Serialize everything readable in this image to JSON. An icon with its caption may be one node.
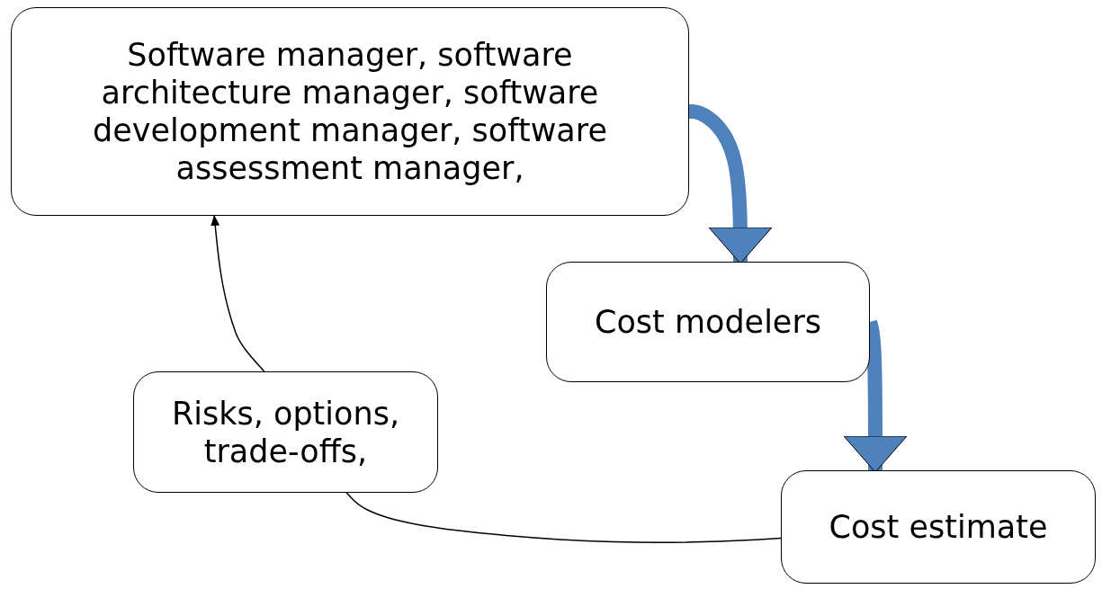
{
  "diagram": {
    "nodes": [
      {
        "text": [
          "Software manager, software architecture manager, software development manager, software assessment manager,"
        ]
      },
      {
        "text": [
          "Cost modelers"
        ]
      },
      {
        "text": [
          "Cost estimate"
        ]
      },
      {
        "text": [
          "Risks, options, trade-offs,"
        ]
      }
    ],
    "edges": [
      {
        "from": 0,
        "to": 1,
        "arrow": "to",
        "style": "thick",
        "color": "#4f81bd"
      },
      {
        "from": 1,
        "to": 2,
        "arrow": "to",
        "style": "thick",
        "color": "#4f81bd"
      },
      {
        "from": 2,
        "to": 3,
        "arrow": "none",
        "color": "#000000"
      },
      {
        "from": 3,
        "to": 0,
        "arrow": "to",
        "color": "#000000"
      }
    ]
  }
}
